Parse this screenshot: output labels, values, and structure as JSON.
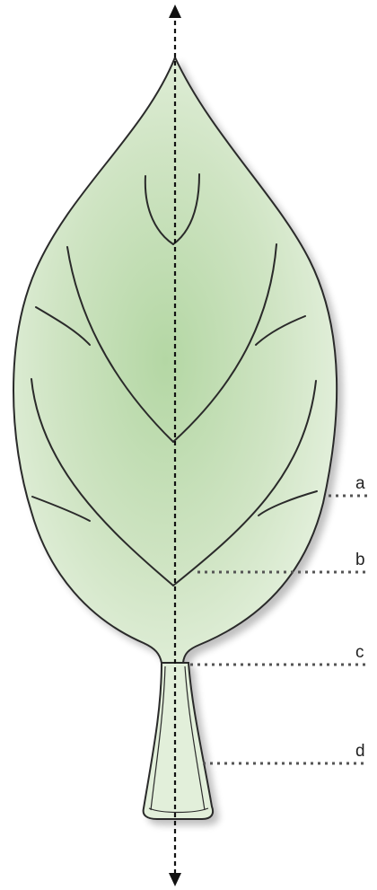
{
  "diagram": {
    "labels": {
      "a": "a",
      "b": "b",
      "c": "c",
      "d": "d"
    },
    "colors": {
      "leaf_fill_center": "#b4d7a4",
      "leaf_fill_edge": "#e9f3e3",
      "outline": "#2a2a2a",
      "axis": "#111111",
      "leader": "#555555"
    }
  }
}
